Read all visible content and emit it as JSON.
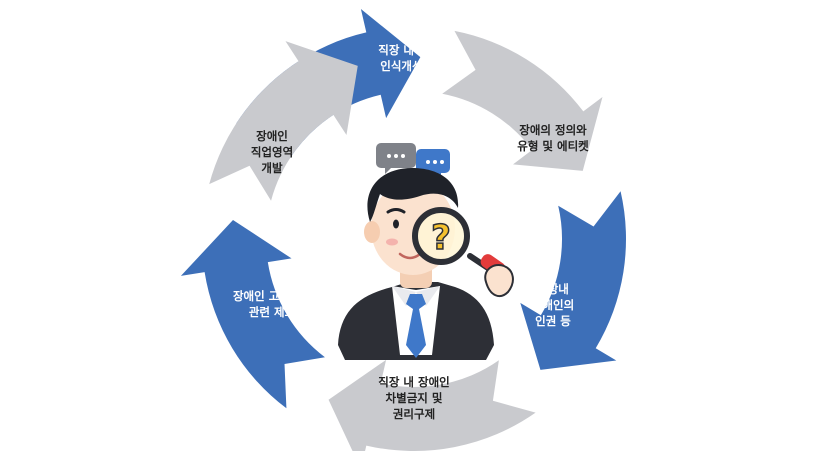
{
  "cycle": {
    "colors": {
      "blue": "#3d6fb8",
      "gray": "#c9cace",
      "suit": "#2d2f36",
      "tie": "#3f78c9",
      "skin": "#fbe2cf",
      "hair": "#1f2229"
    },
    "segments": [
      {
        "id": "awareness",
        "color": "blue",
        "lines": [
          "직장 내 장애인",
          "인식개선 교육"
        ]
      },
      {
        "id": "etiquette",
        "color": "gray",
        "lines": [
          "장애의 정의와",
          "유형 및 에티켓"
        ]
      },
      {
        "id": "rights",
        "color": "blue",
        "lines": [
          "직장내",
          "장애인의",
          "인권 등"
        ]
      },
      {
        "id": "discrimination",
        "color": "gray",
        "lines": [
          "직장 내 장애인",
          "차별금지 및",
          "권리구제"
        ]
      },
      {
        "id": "law",
        "color": "blue",
        "lines": [
          "장애인 고용법과",
          "관련 제도"
        ]
      },
      {
        "id": "development",
        "color": "gray",
        "lines": [
          "장애인",
          "직업영역",
          "개발"
        ]
      }
    ],
    "center_icons": [
      "speech-bubble-gray-icon",
      "speech-bubble-blue-icon",
      "magnifier-icon",
      "question-mark-icon"
    ]
  }
}
